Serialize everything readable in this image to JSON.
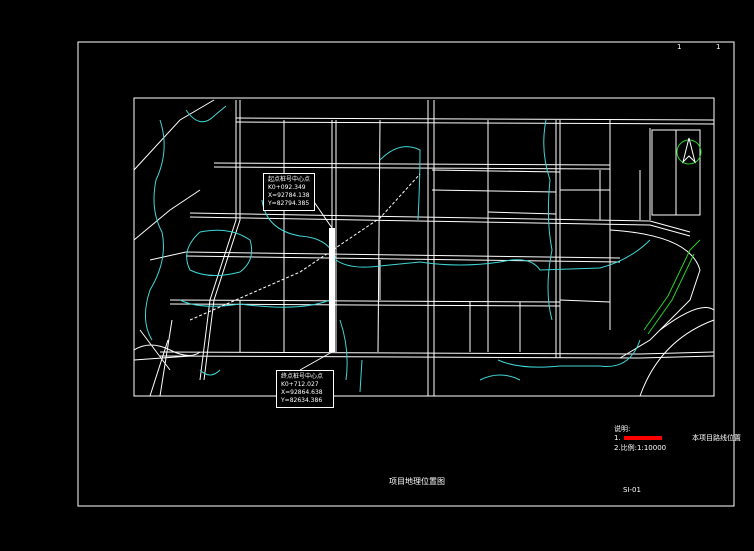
{
  "sheet": {
    "title": "项目地理位置图",
    "drawing_no": "SI-01",
    "page_marks": [
      "1",
      "1"
    ]
  },
  "callouts": [
    {
      "lines": [
        "起点桩号中心点",
        "K0+092.349",
        "X=92784.138",
        "Y=82794.385"
      ]
    },
    {
      "lines": [
        "终点桩号中心点",
        "K0+712.027",
        "X=92864.638",
        "Y=82634.386"
      ]
    }
  ],
  "legend": {
    "title": "说明:",
    "item1_num": "1.",
    "item1_text": "本项目路线位置",
    "item2": "2.比例:1:10000"
  },
  "colors": {
    "background": "#000000",
    "lines": "#ffffff",
    "river": "#3fd6d6",
    "route": "#ffffff",
    "highlight": "#ff0000",
    "green": "#2ad12a"
  },
  "icons": {
    "north": "north-arrow-icon"
  }
}
